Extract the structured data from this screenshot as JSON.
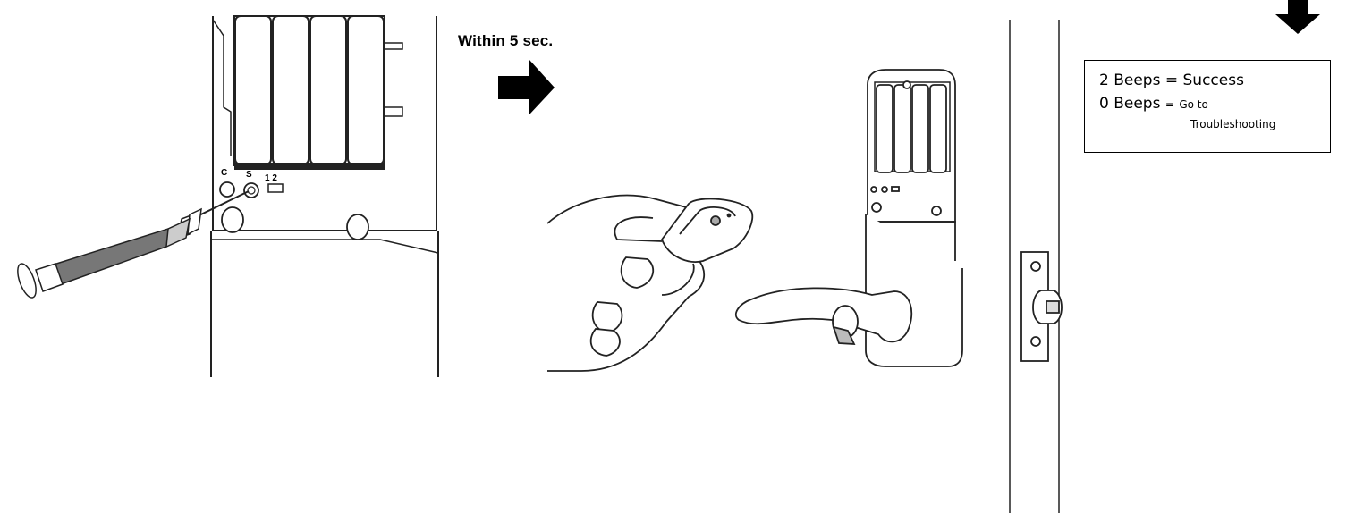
{
  "instruction": {
    "timing_label": "Within 5 sec."
  },
  "panel_labels": {
    "button_c": "C",
    "button_s": "S",
    "switch_numbers": "1 2"
  },
  "result_box": {
    "line1_count": "2 Beeps",
    "line1_sep": "=",
    "line1_result": "Success",
    "line2_count": "0 Beeps",
    "line2_sep": "=",
    "line2_result_a": "Go to",
    "line2_result_b": "Troubleshooting"
  },
  "icons": {
    "step_arrow": "right-arrow-icon",
    "down_arrow": "down-arrow-icon"
  }
}
